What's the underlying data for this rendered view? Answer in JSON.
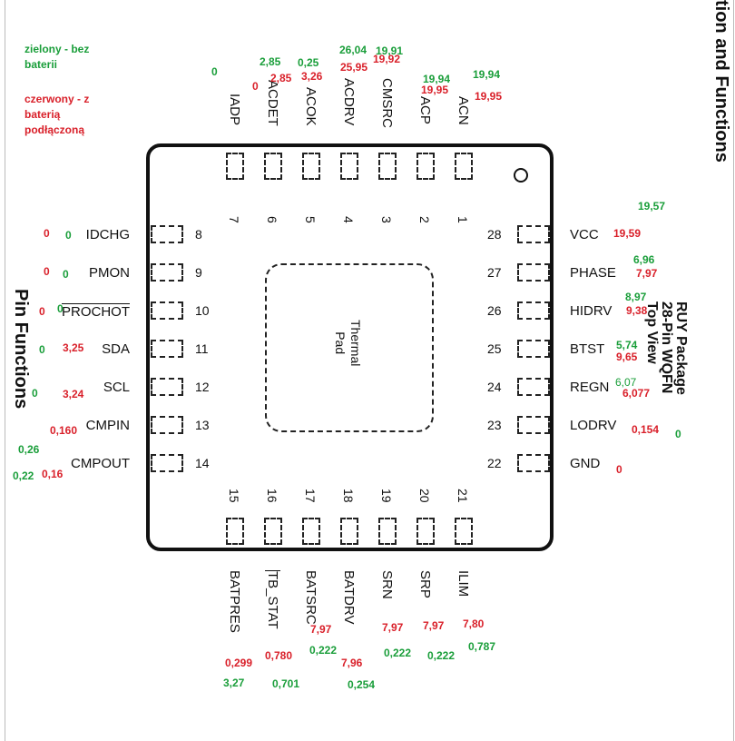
{
  "legend": {
    "green": "zielony -  bez baterii",
    "red": "czerwony - z baterią podłączoną"
  },
  "colors": {
    "green": "#1a9e3a",
    "red": "#d9202a"
  },
  "left_title": "Pin Functions",
  "package": {
    "line1": "RUY Package",
    "line2": "28-Pin WQFN",
    "line3": "Top View"
  },
  "top_right_fragment": "tion and Functions",
  "thermal_pad": {
    "line1": "Thermal",
    "line2": "Pad"
  },
  "pins_top": [
    {
      "num": "7",
      "name": "IADP"
    },
    {
      "num": "6",
      "name": "ACDET"
    },
    {
      "num": "5",
      "name": "ACOK"
    },
    {
      "num": "4",
      "name": "ACDRV"
    },
    {
      "num": "3",
      "name": "CMSRC"
    },
    {
      "num": "2",
      "name": "ACP"
    },
    {
      "num": "1",
      "name": "ACN"
    }
  ],
  "pins_left": [
    {
      "num": "8",
      "name": "IDCHG"
    },
    {
      "num": "9",
      "name": "PMON"
    },
    {
      "num": "10",
      "name": "PROCHOT"
    },
    {
      "num": "11",
      "name": "SDA"
    },
    {
      "num": "12",
      "name": "SCL"
    },
    {
      "num": "13",
      "name": "CMPIN"
    },
    {
      "num": "14",
      "name": "CMPOUT"
    }
  ],
  "pins_right": [
    {
      "num": "28",
      "name": "VCC"
    },
    {
      "num": "27",
      "name": "PHASE"
    },
    {
      "num": "26",
      "name": "HIDRV"
    },
    {
      "num": "25",
      "name": "BTST"
    },
    {
      "num": "24",
      "name": "REGN"
    },
    {
      "num": "23",
      "name": "LODRV"
    },
    {
      "num": "22",
      "name": "GND"
    }
  ],
  "pins_bottom": [
    {
      "num": "15",
      "name": "BATPRES"
    },
    {
      "num": "16",
      "name": "TB_STAT"
    },
    {
      "num": "17",
      "name": "BATSRC"
    },
    {
      "num": "18",
      "name": "BATDRV"
    },
    {
      "num": "19",
      "name": "SRN"
    },
    {
      "num": "20",
      "name": "SRP"
    },
    {
      "num": "21",
      "name": "ILIM"
    }
  ],
  "measurements": {
    "iadp_g": "0",
    "iadp_r": "0",
    "acdet_g": "2,85",
    "acdet_r": "2,85",
    "acok_g": "0,25",
    "acok_r": "3,26",
    "acdrv_g": "26,04",
    "acdrv_r": "25,95",
    "cmsrc_g": "19,91",
    "cmsrc_r": "19,92",
    "acp_g": "19,94",
    "acp_r": "19,95",
    "acn_g": "19,94",
    "acn_r": "19,95",
    "vcc_g": "19,57",
    "vcc_r": "19,59",
    "phase_g": "6,96",
    "phase_r": "7,97",
    "hidrv_g": "8,97",
    "hidrv_r": "9,38",
    "btst_g": "5,74",
    "btst_r": "9,65",
    "regn_g": "6,07",
    "regn_r": "6,077",
    "lodrv_r": "0,154",
    "lodrv_g": "0",
    "gnd_r": "0",
    "idchg_r": "0",
    "idchg_g": "0",
    "pmon_r": "0",
    "pmon_g": "0",
    "prochot_r": "0",
    "prochot_g": "0",
    "sda_g": "0",
    "sda_r": "3,25",
    "scl_g": "0",
    "scl_r": "3,24",
    "cmpin_r": "0,160",
    "cmpout_g1": "0,26",
    "cmpout_g2": "0,22",
    "cmpout_r": "0,16",
    "batpres_r": "0,299",
    "batpres_g": "3,27",
    "tbstat_r": "0,780",
    "tbstat_g": "0,701",
    "batsrc_r": "7,97",
    "batsrc_g": "0,222",
    "batdrv_r": "7,96",
    "batdrv_g": "0,254",
    "srn_r": "7,97",
    "srn_g": "0,222",
    "srp_r": "7,97",
    "srp_g": "0,222",
    "ilim_r": "7,80",
    "ilim_g": "0,787"
  }
}
